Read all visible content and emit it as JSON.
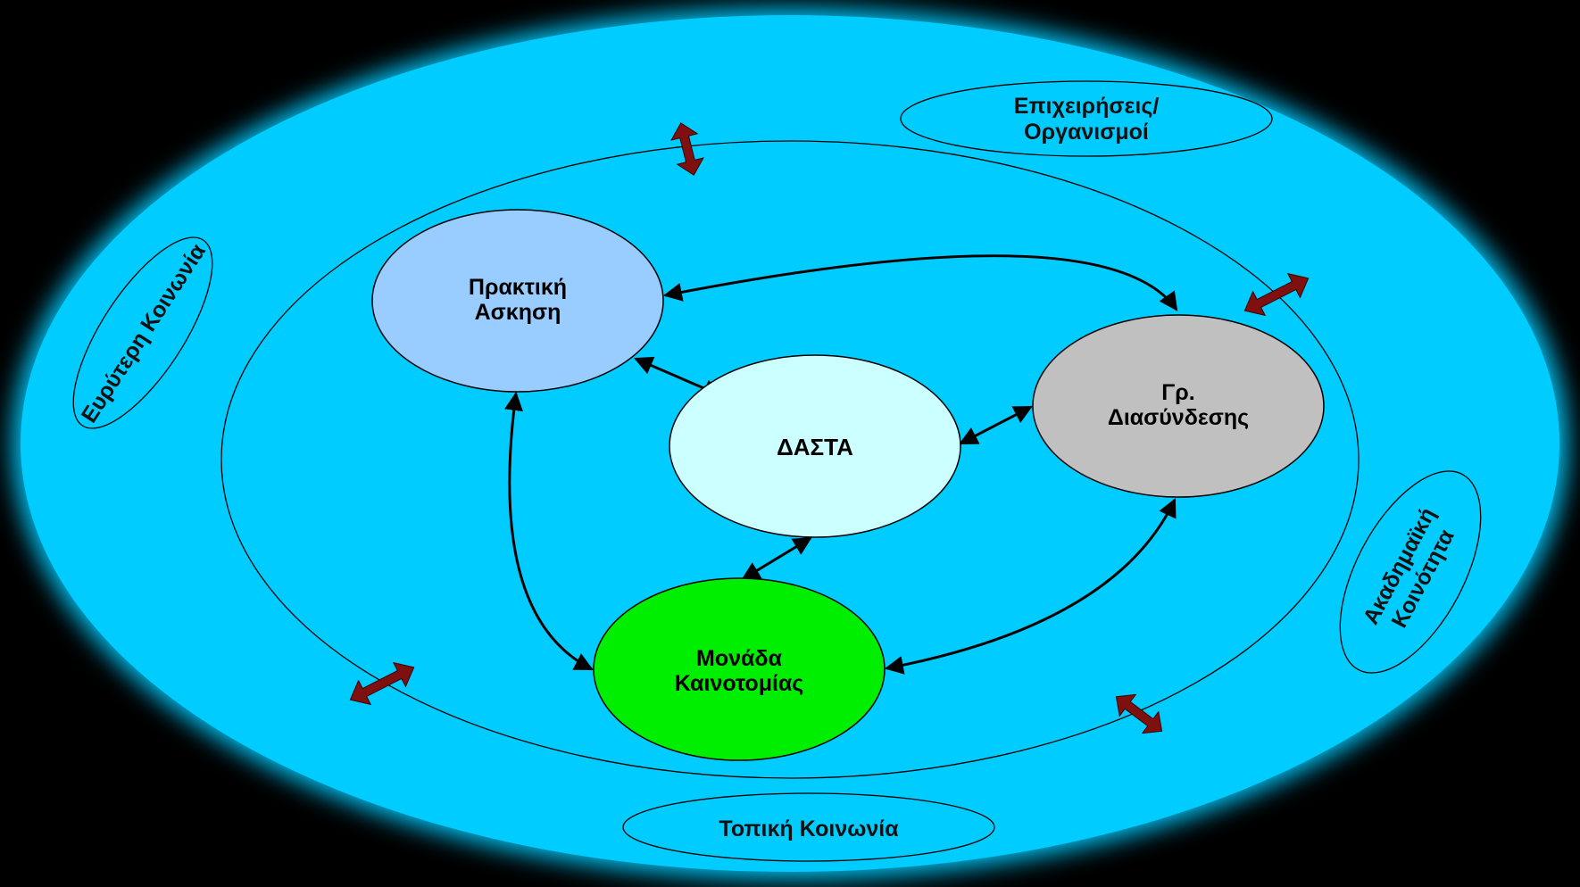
{
  "nodes": {
    "praktiki": {
      "line1": "Πρακτική",
      "line2": "Ασκηση",
      "color": "#99ccff"
    },
    "dasta": {
      "label": "ΔΑΣΤΑ",
      "color": "#ccffff"
    },
    "diasyndesi": {
      "line1": "Γρ.",
      "line2": "Διασύνδεσης",
      "color": "#c0c0c0"
    },
    "monada": {
      "line1": "Μονάδα",
      "line2": "Καινοτομίας",
      "color": "#00ee00"
    }
  },
  "stakeholders": {
    "epixeiriseis": {
      "line1": "Επιχειρήσεις/",
      "line2": "Οργανισμοί"
    },
    "evryteri": {
      "label": "Ευρύτερη Κοινωνία"
    },
    "akadimaiki": {
      "line1": "Ακαδημαϊκή",
      "line2": "Κοινότητα"
    },
    "topiki": {
      "label": "Τοπική Κοινωνία"
    }
  },
  "colors": {
    "background": "#000000",
    "environment": "#00ccff",
    "exchange_arrow": "#7f1010",
    "connector": "#000000"
  }
}
